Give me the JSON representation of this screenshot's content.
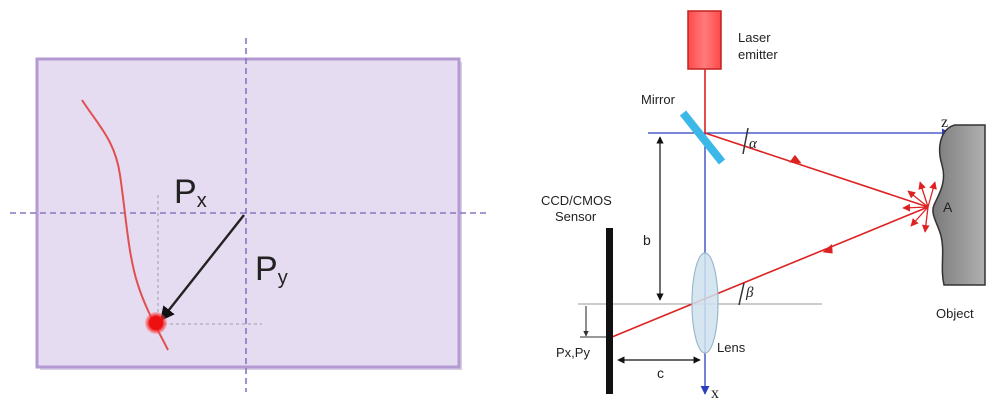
{
  "left_panel": {
    "px_label": {
      "main": "P",
      "sub": "x"
    },
    "py_label": {
      "main": "P",
      "sub": "y"
    }
  },
  "right_panel": {
    "laser_label_line1": "Laser",
    "laser_label_line2": "emitter",
    "mirror_label": "Mirror",
    "sensor_label_line1": "CCD/CMOS",
    "sensor_label_line2": "Sensor",
    "b_label": "b",
    "c_label": "c",
    "pxpy_label": "Px,Py",
    "lens_label": "Lens",
    "object_label": "Object",
    "point_label": "A",
    "z_axis_label": "z",
    "x_axis_label": "x",
    "alpha_label": "α",
    "beta_label": "β"
  },
  "colors": {
    "panel_fill": "#e6dcf2",
    "panel_border": "#b49ad2",
    "guide_dashed": "#8a74c0",
    "curve_red": "#e05050",
    "laser_red": "#ff5a5a",
    "laser_border": "#c02020",
    "beam_red": "#dd2222",
    "axis_blue": "#2b3fbf",
    "mirror_cyan": "#3bb7e8",
    "lens_fill": "#cfe2ee",
    "object_gray": "#9a9a9a"
  }
}
